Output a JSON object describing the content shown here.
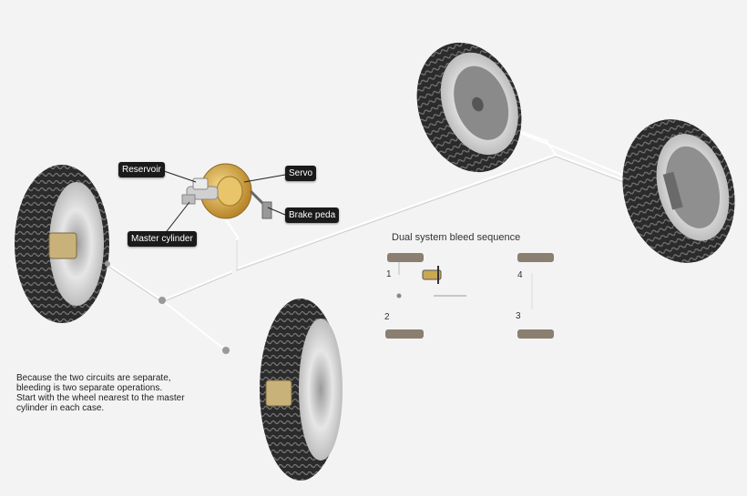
{
  "labels": {
    "reservoir": "Reservoir",
    "servo": "Servo",
    "brake_pedal": "Brake peda",
    "master_cylinder": "Master cylinder"
  },
  "bleed": {
    "title": "Dual system bleed sequence",
    "n1": "1",
    "n2": "2",
    "n3": "3",
    "n4": "4"
  },
  "note": {
    "line1": "Because the two circuits are separate,",
    "line2": "bleeding is two separate operations.",
    "line3": "Start with the wheel nearest to the master",
    "line4": "cylinder in each case."
  },
  "colors": {
    "tyre": "#2b2b2b",
    "rim": "#d8d8d8",
    "servo": "#d9a845",
    "caliper": "#c9b27a",
    "pipe": "#e9e9e9",
    "label_bg": "#1a1a1a"
  }
}
